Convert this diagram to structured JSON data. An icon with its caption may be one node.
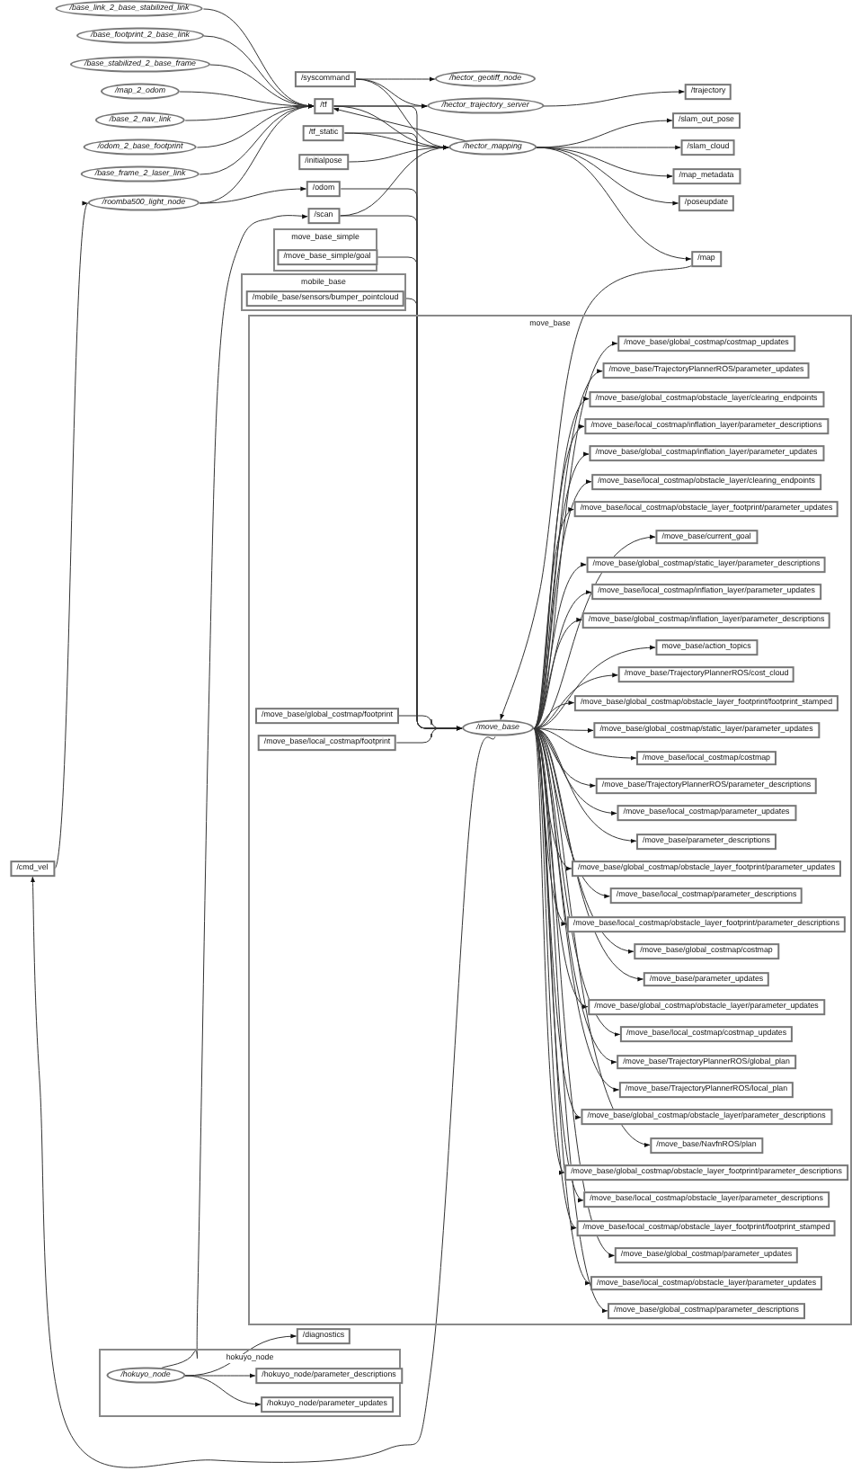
{
  "diagram": {
    "nodes": [
      {
        "text": [
          "/base_link_2_base_stabilized_link"
        ]
      },
      {
        "text": [
          "/base_footprint_2_base_link"
        ]
      },
      {
        "text": [
          "/base_stabilized_2_base_frame"
        ]
      },
      {
        "text": [
          "/map_2_odom"
        ]
      },
      {
        "text": [
          "/base_2_nav_link"
        ]
      },
      {
        "text": [
          "/odom_2_base_footprint"
        ]
      },
      {
        "text": [
          "/base_frame_2_laser_link"
        ]
      },
      {
        "text": [
          "/roomba500_light_node"
        ]
      },
      {
        "text": [
          "/syscommand"
        ]
      },
      {
        "text": [
          "/hector_geotiff_node"
        ]
      },
      {
        "text": [
          "/tf"
        ]
      },
      {
        "text": [
          "/hector_trajectory_server"
        ]
      },
      {
        "text": [
          "/trajectory"
        ]
      },
      {
        "text": [
          "/tf_static"
        ]
      },
      {
        "text": [
          "/hector_mapping"
        ]
      },
      {
        "text": [
          "/slam_out_pose"
        ]
      },
      {
        "text": [
          "/initialpose"
        ]
      },
      {
        "text": [
          "/slam_cloud"
        ]
      },
      {
        "text": [
          "/map_metadata"
        ]
      },
      {
        "text": [
          "/odom"
        ]
      },
      {
        "text": [
          "/poseupdate"
        ]
      },
      {
        "text": [
          "/scan"
        ]
      },
      {
        "text": [
          "move_base_simple"
        ]
      },
      {
        "text": [
          "/move_base_simple/goal"
        ],
        "in": 22
      },
      {
        "text": [
          "/map"
        ]
      },
      {
        "text": [
          "mobile_base"
        ]
      },
      {
        "text": [
          "/mobile_base/sensors/bumper_pointcloud"
        ],
        "in": 25
      },
      {
        "text": [
          "move_base"
        ]
      },
      {
        "text": [
          "/move_base/global_costmap/footprint"
        ],
        "in": 27
      },
      {
        "text": [
          "/move_base/local_costmap/footprint"
        ],
        "in": 27
      },
      {
        "text": [
          "/move_base"
        ],
        "in": 27
      },
      {
        "text": [
          "/move_base/global_costmap/costmap_updates"
        ],
        "in": 27
      },
      {
        "text": [
          "/move_base/TrajectoryPlannerROS/parameter_updates"
        ],
        "in": 27
      },
      {
        "text": [
          "/move_base/global_costmap/obstacle_layer/clearing_endpoints"
        ],
        "in": 27
      },
      {
        "text": [
          "/move_base/local_costmap/inflation_layer/parameter_descriptions"
        ],
        "in": 27
      },
      {
        "text": [
          "/move_base/global_costmap/inflation_layer/parameter_updates"
        ],
        "in": 27
      },
      {
        "text": [
          "/move_base/local_costmap/obstacle_layer/clearing_endpoints"
        ],
        "in": 27
      },
      {
        "text": [
          "/move_base/local_costmap/obstacle_layer_footprint/parameter_updates"
        ],
        "in": 27
      },
      {
        "text": [
          "/move_base/current_goal"
        ],
        "in": 27
      },
      {
        "text": [
          "/move_base/global_costmap/static_layer/parameter_descriptions"
        ],
        "in": 27
      },
      {
        "text": [
          "/move_base/local_costmap/inflation_layer/parameter_updates"
        ],
        "in": 27
      },
      {
        "text": [
          "/move_base/global_costmap/inflation_layer/parameter_descriptions"
        ],
        "in": 27
      },
      {
        "text": [
          "move_base/action_topics"
        ],
        "in": 27
      },
      {
        "text": [
          "/move_base/TrajectoryPlannerROS/cost_cloud"
        ],
        "in": 27
      },
      {
        "text": [
          "/move_base/global_costmap/obstacle_layer_footprint/footprint_stamped"
        ],
        "in": 27
      },
      {
        "text": [
          "/move_base/global_costmap/static_layer/parameter_updates"
        ],
        "in": 27
      },
      {
        "text": [
          "/move_base/local_costmap/costmap"
        ],
        "in": 27
      },
      {
        "text": [
          "/move_base/TrajectoryPlannerROS/parameter_descriptions"
        ],
        "in": 27
      },
      {
        "text": [
          "/move_base/local_costmap/parameter_updates"
        ],
        "in": 27
      },
      {
        "text": [
          "/move_base/parameter_descriptions"
        ],
        "in": 27
      },
      {
        "text": [
          "/move_base/global_costmap/obstacle_layer_footprint/parameter_updates"
        ],
        "in": 27
      },
      {
        "text": [
          "/move_base/local_costmap/parameter_descriptions"
        ],
        "in": 27
      },
      {
        "text": [
          "/move_base/local_costmap/obstacle_layer_footprint/parameter_descriptions"
        ],
        "in": 27
      },
      {
        "text": [
          "/move_base/global_costmap/costmap"
        ],
        "in": 27
      },
      {
        "text": [
          "/move_base/parameter_updates"
        ],
        "in": 27
      },
      {
        "text": [
          "/move_base/global_costmap/obstacle_layer/parameter_updates"
        ],
        "in": 27
      },
      {
        "text": [
          "/move_base/local_costmap/costmap_updates"
        ],
        "in": 27
      },
      {
        "text": [
          "/move_base/TrajectoryPlannerROS/global_plan"
        ],
        "in": 27
      },
      {
        "text": [
          "/move_base/TrajectoryPlannerROS/local_plan"
        ],
        "in": 27
      },
      {
        "text": [
          "/move_base/global_costmap/obstacle_layer/parameter_descriptions"
        ],
        "in": 27
      },
      {
        "text": [
          "/move_base/NavfnROS/plan"
        ],
        "in": 27
      },
      {
        "text": [
          "/move_base/global_costmap/obstacle_layer_footprint/parameter_descriptions"
        ],
        "in": 27
      },
      {
        "text": [
          "/move_base/local_costmap/obstacle_layer/parameter_descriptions"
        ],
        "in": 27
      },
      {
        "text": [
          "/move_base/local_costmap/obstacle_layer_footprint/footprint_stamped"
        ],
        "in": 27
      },
      {
        "text": [
          "/move_base/global_costmap/parameter_updates"
        ],
        "in": 27
      },
      {
        "text": [
          "/move_base/local_costmap/obstacle_layer/parameter_updates"
        ],
        "in": 27
      },
      {
        "text": [
          "/move_base/global_costmap/parameter_descriptions"
        ],
        "in": 27
      },
      {
        "text": [
          "/cmd_vel"
        ]
      },
      {
        "text": [
          "/diagnostics"
        ]
      },
      {
        "text": [
          "hokuyo_node"
        ]
      },
      {
        "text": [
          "/hokuyo_node"
        ],
        "in": 69
      },
      {
        "text": [
          "/hokuyo_node/parameter_descriptions"
        ],
        "in": 69
      },
      {
        "text": [
          "/hokuyo_node/parameter_updates"
        ],
        "in": 69
      }
    ],
    "edges": [
      {
        "from": 0,
        "to": 10,
        "arrow": "to"
      },
      {
        "from": 1,
        "to": 10,
        "arrow": "to"
      },
      {
        "from": 2,
        "to": 10,
        "arrow": "to"
      },
      {
        "from": 3,
        "to": 10,
        "arrow": "to"
      },
      {
        "from": 4,
        "to": 10,
        "arrow": "to"
      },
      {
        "from": 5,
        "to": 10,
        "arrow": "to"
      },
      {
        "from": 6,
        "to": 10,
        "arrow": "to"
      },
      {
        "from": 7,
        "to": 10,
        "arrow": "to"
      },
      {
        "from": 7,
        "to": 19,
        "arrow": "to"
      },
      {
        "from": 67,
        "to": 7,
        "arrow": "to"
      },
      {
        "from": 8,
        "to": 9,
        "arrow": "to"
      },
      {
        "from": 8,
        "to": 11,
        "arrow": "to"
      },
      {
        "from": 8,
        "to": 14,
        "arrow": "to"
      },
      {
        "from": 10,
        "to": 11,
        "arrow": "to"
      },
      {
        "from": 10,
        "to": 14,
        "arrow": "to"
      },
      {
        "from": 10,
        "to": 30,
        "arrow": "to"
      },
      {
        "from": 13,
        "to": 14,
        "arrow": "to"
      },
      {
        "from": 13,
        "to": 30,
        "arrow": "to"
      },
      {
        "from": 16,
        "to": 14,
        "arrow": "to"
      },
      {
        "from": 19,
        "to": 30,
        "arrow": "to"
      },
      {
        "from": 21,
        "to": 14,
        "arrow": "to"
      },
      {
        "from": 21,
        "to": 30,
        "arrow": "to"
      },
      {
        "from": 23,
        "to": 30,
        "arrow": "to"
      },
      {
        "from": 26,
        "to": 30,
        "arrow": "to"
      },
      {
        "from": 11,
        "to": 12,
        "arrow": "to"
      },
      {
        "from": 14,
        "to": 10,
        "arrow": "to"
      },
      {
        "from": 14,
        "to": 15,
        "arrow": "to"
      },
      {
        "from": 14,
        "to": 17,
        "arrow": "to"
      },
      {
        "from": 14,
        "to": 18,
        "arrow": "to"
      },
      {
        "from": 14,
        "to": 20,
        "arrow": "to"
      },
      {
        "from": 14,
        "to": 24,
        "arrow": "to"
      },
      {
        "from": 24,
        "to": 30,
        "arrow": "to"
      },
      {
        "from": 28,
        "to": 30,
        "arrow": "to"
      },
      {
        "from": 29,
        "to": 30,
        "arrow": "to"
      },
      {
        "from": 30,
        "to": 31,
        "arrow": "to"
      },
      {
        "from": 30,
        "to": 32,
        "arrow": "to"
      },
      {
        "from": 30,
        "to": 33,
        "arrow": "to"
      },
      {
        "from": 30,
        "to": 34,
        "arrow": "to"
      },
      {
        "from": 30,
        "to": 35,
        "arrow": "to"
      },
      {
        "from": 30,
        "to": 36,
        "arrow": "to"
      },
      {
        "from": 30,
        "to": 37,
        "arrow": "to"
      },
      {
        "from": 30,
        "to": 38,
        "arrow": "to"
      },
      {
        "from": 30,
        "to": 39,
        "arrow": "to"
      },
      {
        "from": 30,
        "to": 40,
        "arrow": "to"
      },
      {
        "from": 30,
        "to": 41,
        "arrow": "to"
      },
      {
        "from": 30,
        "to": 42,
        "arrow": "to"
      },
      {
        "from": 30,
        "to": 43,
        "arrow": "to"
      },
      {
        "from": 30,
        "to": 44,
        "arrow": "to"
      },
      {
        "from": 30,
        "to": 45,
        "arrow": "to"
      },
      {
        "from": 30,
        "to": 46,
        "arrow": "to"
      },
      {
        "from": 30,
        "to": 47,
        "arrow": "to"
      },
      {
        "from": 30,
        "to": 48,
        "arrow": "to"
      },
      {
        "from": 30,
        "to": 49,
        "arrow": "to"
      },
      {
        "from": 30,
        "to": 50,
        "arrow": "to"
      },
      {
        "from": 30,
        "to": 51,
        "arrow": "to"
      },
      {
        "from": 30,
        "to": 52,
        "arrow": "to"
      },
      {
        "from": 30,
        "to": 53,
        "arrow": "to"
      },
      {
        "from": 30,
        "to": 54,
        "arrow": "to"
      },
      {
        "from": 30,
        "to": 55,
        "arrow": "to"
      },
      {
        "from": 30,
        "to": 56,
        "arrow": "to"
      },
      {
        "from": 30,
        "to": 57,
        "arrow": "to"
      },
      {
        "from": 30,
        "to": 58,
        "arrow": "to"
      },
      {
        "from": 30,
        "to": 59,
        "arrow": "to"
      },
      {
        "from": 30,
        "to": 60,
        "arrow": "to"
      },
      {
        "from": 30,
        "to": 61,
        "arrow": "to"
      },
      {
        "from": 30,
        "to": 62,
        "arrow": "to"
      },
      {
        "from": 30,
        "to": 63,
        "arrow": "to"
      },
      {
        "from": 30,
        "to": 64,
        "arrow": "to"
      },
      {
        "from": 30,
        "to": 65,
        "arrow": "to"
      },
      {
        "from": 30,
        "to": 66,
        "arrow": "to"
      },
      {
        "from": 30,
        "to": 67,
        "arrow": "to"
      },
      {
        "from": 70,
        "to": 21,
        "arrow": "to"
      },
      {
        "from": 70,
        "to": 68,
        "arrow": "to"
      },
      {
        "from": 70,
        "to": 71,
        "arrow": "to"
      },
      {
        "from": 70,
        "to": 72,
        "arrow": "to"
      }
    ]
  }
}
